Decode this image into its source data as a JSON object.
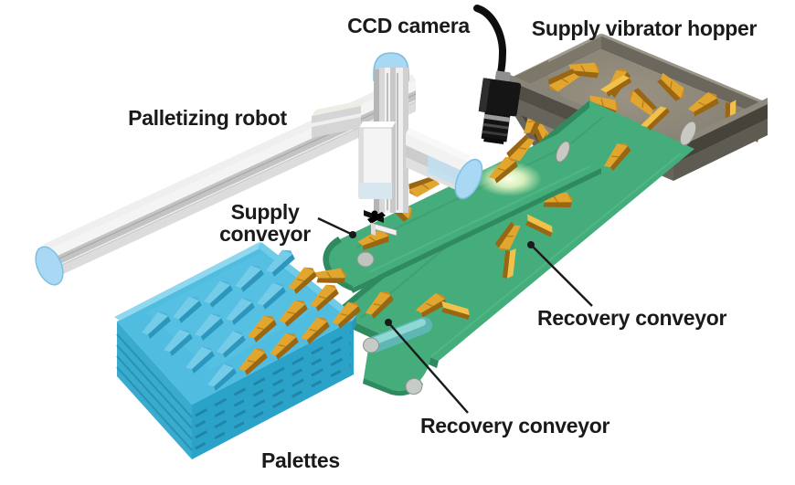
{
  "diagram": {
    "labels": {
      "ccd_camera": "CCD camera",
      "supply_vibrator_hopper": "Supply vibrator hopper",
      "palletizing_robot": "Palletizing robot",
      "supply_conveyor": "Supply conveyor",
      "recovery_conveyor_right": "Recovery conveyor",
      "recovery_conveyor_bottom": "Recovery conveyor",
      "palettes": "Palettes"
    },
    "colors": {
      "background": "#FFFFFF",
      "conveyor_green": "#45AD7B",
      "conveyor_green_dark": "#2F8A5F",
      "part_orange": "#E2A52E",
      "part_orange_light": "#F2C14A",
      "part_orange_dark": "#9A6612",
      "pallet_blue": "#4FBCE0",
      "pallet_blue_dark": "#2BA3C9",
      "hopper_gray": "#8D8779",
      "hopper_gray_dark": "#55524A",
      "robot_silver": "#D9D9D9",
      "robot_cap_blue": "#A8D8F4",
      "camera_black": "#151515",
      "label_text": "#1A1A1A",
      "leader_line": "#1A1A1A"
    }
  }
}
